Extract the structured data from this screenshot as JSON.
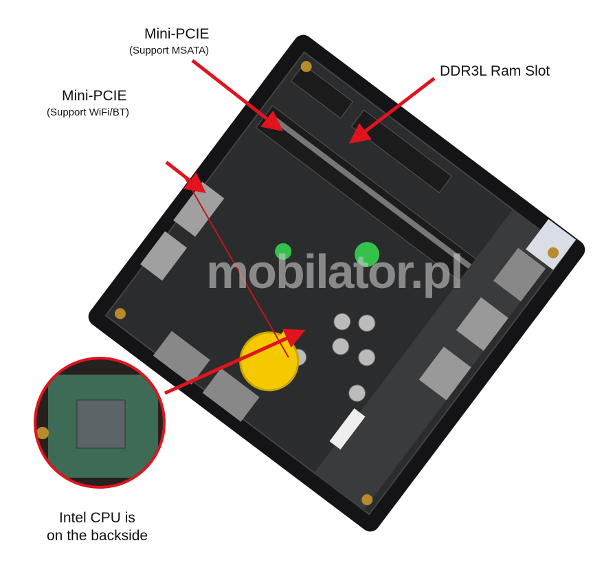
{
  "labels": {
    "msata_title": "Mini-PCIE",
    "msata_sub": "(Support MSATA)",
    "wifi_title": "Mini-PCIE",
    "wifi_sub": "(Support WiFi/BT)",
    "ram": "DDR3L Ram Slot",
    "cpu_line1": "Intel CPU is",
    "cpu_line2": "on the backside"
  },
  "watermark": "mobilator.pl",
  "colors": {
    "arrow": "#e0141e",
    "case": "#1a1a1c",
    "board": "#2a2b2d",
    "battery": "#f4c900",
    "cpu_pcb": "#3e6b55"
  }
}
